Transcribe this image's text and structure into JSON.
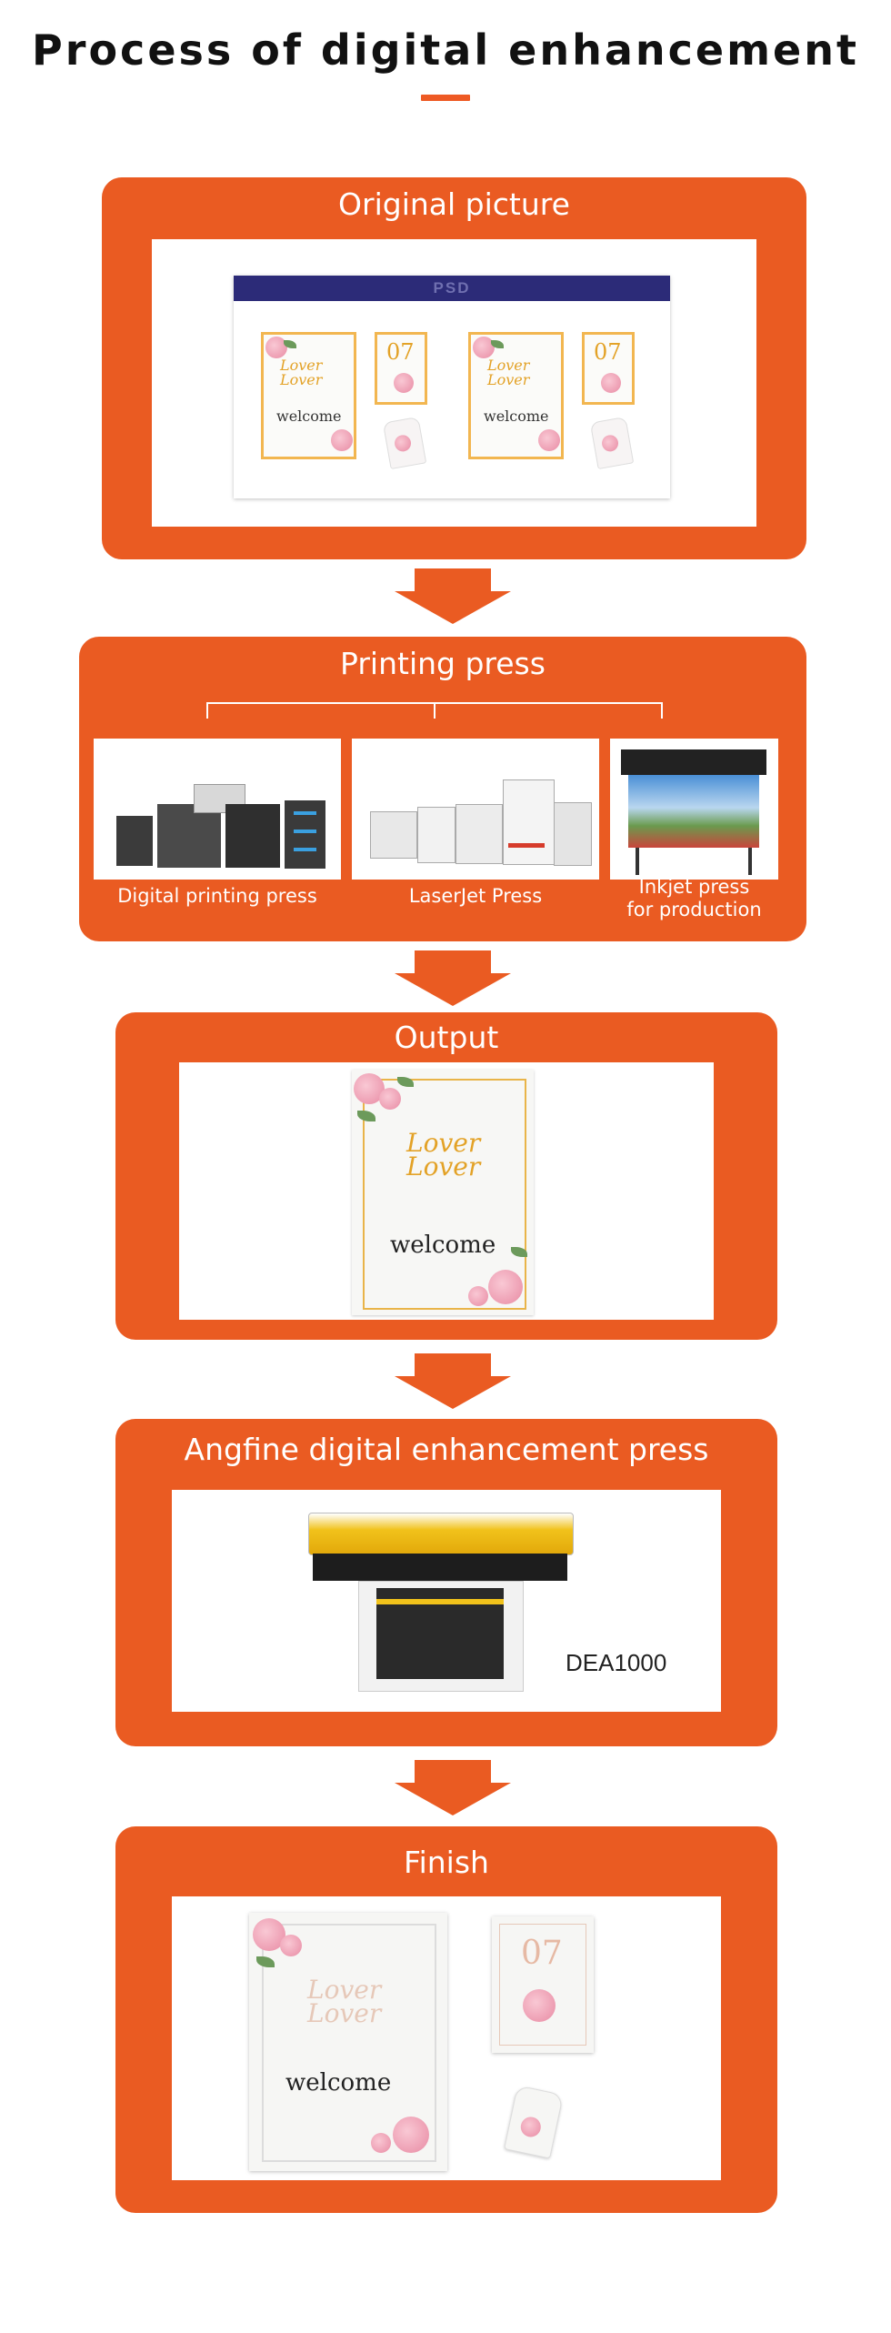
{
  "page": {
    "title": "Process of digital enhancement"
  },
  "colors": {
    "accent": "#ea5b22",
    "psd_bar": "#2c2b78"
  },
  "steps": {
    "original": {
      "heading": "Original picture",
      "psd_label": "PSD",
      "card_number": "07",
      "card_word": "welcome",
      "card_script": "Lover Lover"
    },
    "press": {
      "heading": "Printing press",
      "items": [
        {
          "label": "Digital printing press"
        },
        {
          "label": "LaserJet Press"
        },
        {
          "label": "Inkjet press\nfor production"
        }
      ]
    },
    "output": {
      "heading": "Output",
      "card_word": "welcome",
      "card_script": "Lover Lover"
    },
    "enhance": {
      "heading": "Angfine digital enhancement press",
      "model": "DEA1000"
    },
    "finish": {
      "heading": "Finish",
      "card_number": "07",
      "card_word": "welcome",
      "card_script": "Lover Lover"
    }
  }
}
